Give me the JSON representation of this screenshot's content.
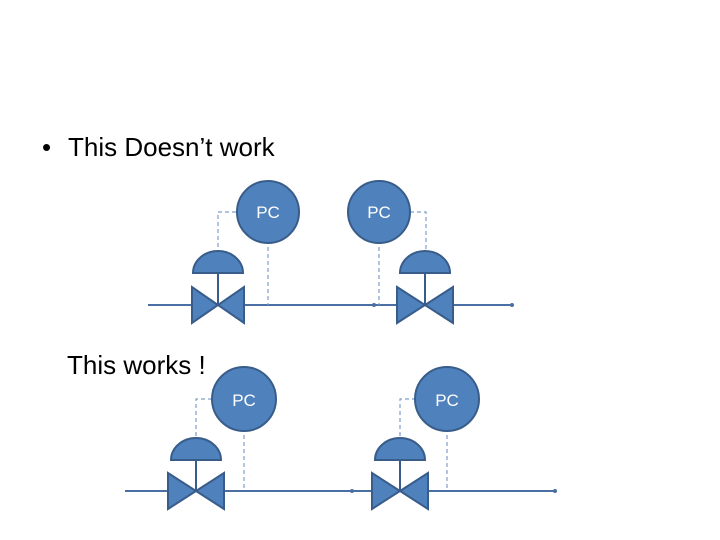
{
  "slide": {
    "bullet_symbol": "•",
    "bullet_text": "This Doesn’t work",
    "caption_text": "This works !"
  },
  "controller_label": "PC",
  "colors": {
    "fill": "#4f81bd",
    "stroke": "#385d8a",
    "pipe": "#4a6fa5",
    "signal": "#7f9ec9"
  },
  "loops": [
    {
      "id": "top-left",
      "controller_label": "PC"
    },
    {
      "id": "top-right",
      "controller_label": "PC"
    },
    {
      "id": "bottom-left",
      "controller_label": "PC"
    },
    {
      "id": "bottom-right",
      "controller_label": "PC"
    }
  ]
}
